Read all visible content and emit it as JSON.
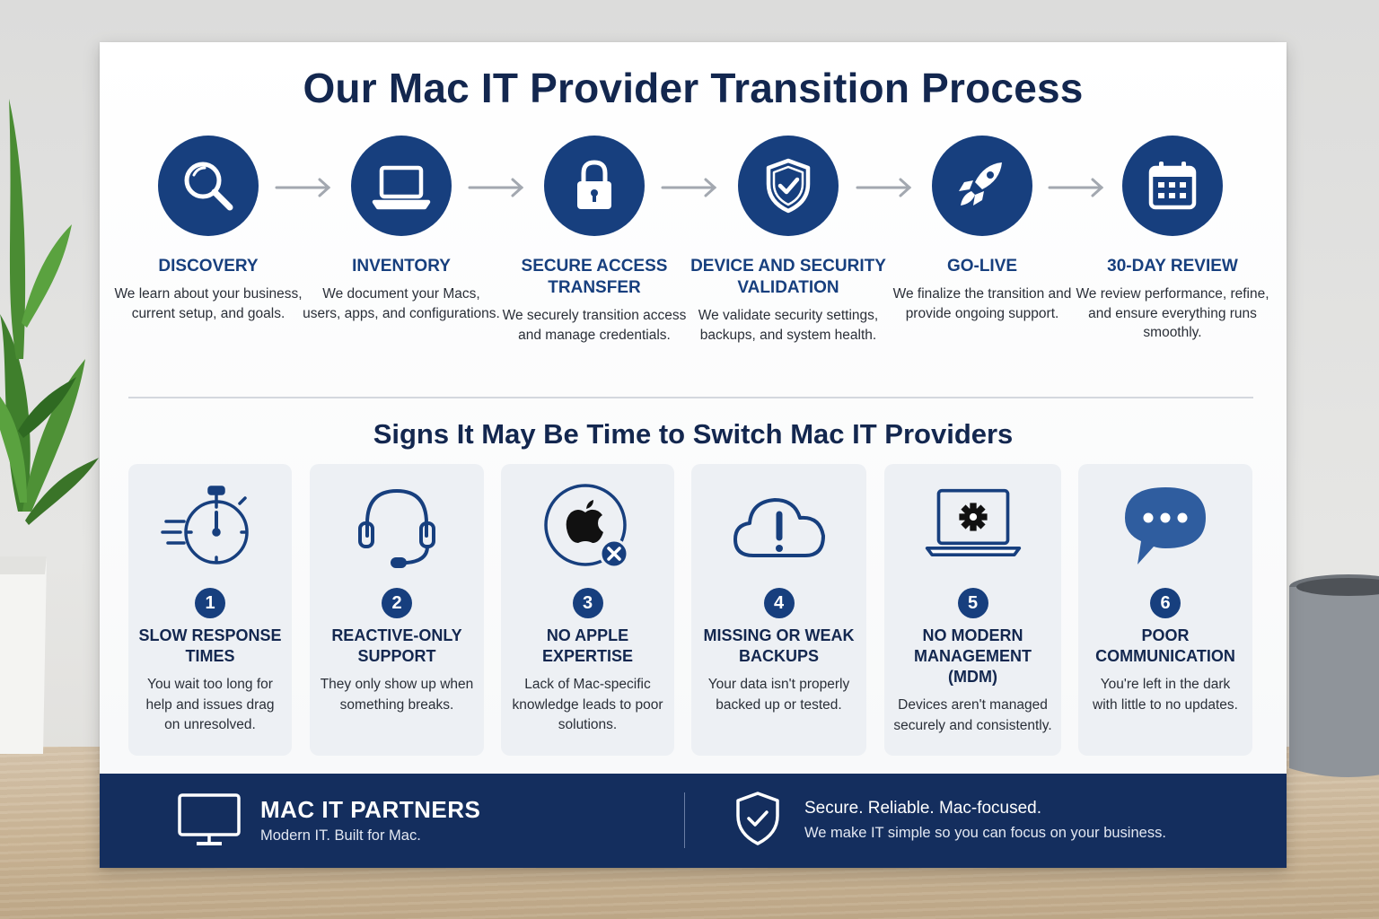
{
  "main_title": "Our Mac IT Provider Transition Process",
  "steps": [
    {
      "title": "DISCOVERY",
      "desc": "We learn about your business, current setup, and goals.",
      "icon": "magnifier-icon"
    },
    {
      "title": "INVENTORY",
      "desc": "We document your Macs, users, apps, and configurations.",
      "icon": "laptop-icon"
    },
    {
      "title": "SECURE ACCESS TRANSFER",
      "desc": "We securely transition access and manage credentials.",
      "icon": "padlock-icon"
    },
    {
      "title": "DEVICE AND SECURITY VALIDATION",
      "desc": "We validate security settings, backups, and system health.",
      "icon": "shield-check-icon"
    },
    {
      "title": "GO-LIVE",
      "desc": "We finalize the transition and provide ongoing support.",
      "icon": "rocket-icon"
    },
    {
      "title": "30-DAY REVIEW",
      "desc": "We review performance, refine, and ensure everything runs smoothly.",
      "icon": "calendar-icon"
    }
  ],
  "signs_title": "Signs It May Be Time to Switch Mac IT Providers",
  "signs": [
    {
      "number": "1",
      "title": "SLOW RESPONSE TIMES",
      "desc": "You wait too long for help and issues drag on unresolved.",
      "icon": "stopwatch-icon"
    },
    {
      "number": "2",
      "title": "REACTIVE-ONLY SUPPORT",
      "desc": "They only show up when something breaks.",
      "icon": "headset-icon"
    },
    {
      "number": "3",
      "title": "NO APPLE EXPERTISE",
      "desc": "Lack of Mac-specific knowledge leads to poor solutions.",
      "icon": "apple-x-icon"
    },
    {
      "number": "4",
      "title": "MISSING OR WEAK BACKUPS",
      "desc": "Your data isn't properly backed up or tested.",
      "icon": "cloud-alert-icon"
    },
    {
      "number": "5",
      "title": "NO MODERN MANAGEMENT (MDM)",
      "desc": "Devices aren't managed securely and consistently.",
      "icon": "laptop-gear-icon"
    },
    {
      "number": "6",
      "title": "POOR COMMUNICATION",
      "desc": "You're left in the dark with little to no updates.",
      "icon": "chat-bubble-icon"
    }
  ],
  "footer": {
    "brand": "MAC IT PARTNERS",
    "tagline": "Modern IT. Built for Mac.",
    "slogan": "Secure. Reliable. Mac-focused.",
    "slogan_sub": "We make IT simple so you can focus on your business."
  },
  "colors": {
    "navy": "#173f7e",
    "footer_navy": "#142e5e",
    "card_bg": "#edf0f4",
    "title_dark": "#13274f"
  }
}
